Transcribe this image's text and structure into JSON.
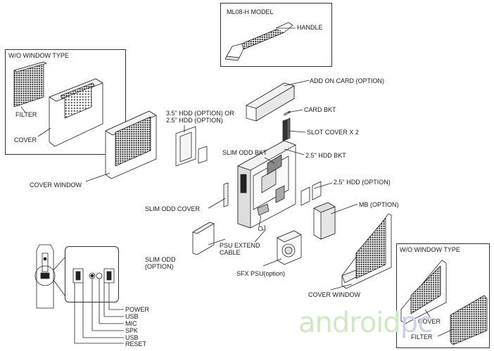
{
  "labels": {
    "ml08_model": "ML08-H MODEL",
    "handle": "HANDLE",
    "wo_window_type_left": "W/O WINDOW TYPE",
    "filter_left": "FILTER",
    "cover_left": "COVER",
    "cover_window_left": "COVER WINDOW",
    "add_on_card": "ADD ON CARD (OPTION)",
    "card_bkt": "CARD BKT",
    "slot_cover": "SLOT COVER X 2",
    "hdd35": "3.5\" HDD (OPTION) OR\n2.5\" HDD (OPTION)",
    "slim_odd_bkt": "SLIM ODD BKT",
    "hdd25_bkt": "2.5\" HDD BKT",
    "hdd25_option": "2.5\" HDD (OPTION)",
    "mb_option": "MB (OPTION)",
    "slim_odd_cover": "SLIM ODD COVER",
    "psu_extend_cable": "PSU EXTEND\nCABLE",
    "slim_odd_option": "SLIM ODD\n(OPTION)",
    "sfx_psu": "SFX PSU(option)",
    "cover_window_right": "COVER WINDOW",
    "wo_window_type_right": "W/O WINDOW TYPE",
    "cover_right": "COVER",
    "filter_right": "FILTER"
  },
  "front_panel": {
    "items": [
      "POWER",
      "USB",
      "MIC",
      "SPK",
      "USB",
      "RESET"
    ]
  },
  "watermark": {
    "text_main": "android",
    "text_accent": "pc",
    "color_main": "#cfe9c2",
    "color_accent": "#c9d3e6"
  }
}
